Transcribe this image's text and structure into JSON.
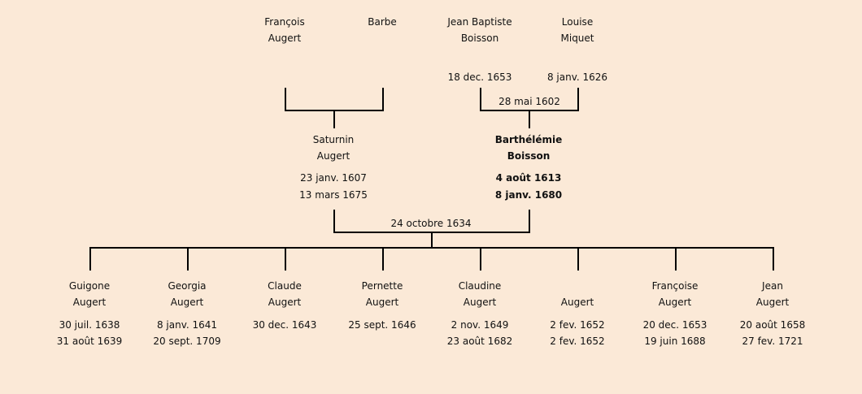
{
  "grandparents": [
    {
      "first": "François",
      "last": "Augert"
    },
    {
      "first": "Barbe",
      "last": ""
    },
    {
      "first": "Jean Baptiste",
      "last": "Boisson",
      "date": "18 dec. 1653"
    },
    {
      "first": "Louise",
      "last": "Miquet",
      "date": "8 janv. 1626"
    }
  ],
  "grandparents_marriage": "28 mai 1602",
  "parents": [
    {
      "first": "Saturnin",
      "last": "Augert",
      "birth": "23 janv. 1607",
      "death": "13 mars 1675"
    },
    {
      "first": "Barthélémie",
      "last": "Boisson",
      "birth": "4 août 1613",
      "death": "8 janv. 1680"
    }
  ],
  "parents_marriage": "24 octobre 1634",
  "children": [
    {
      "first": "Guigone",
      "last": "Augert",
      "birth": "30 juil. 1638",
      "death": "31 août 1639"
    },
    {
      "first": "Georgia",
      "last": "Augert",
      "birth": "8 janv. 1641",
      "death": "20 sept. 1709"
    },
    {
      "first": "Claude",
      "last": "Augert",
      "birth": "30 dec. 1643",
      "death": ""
    },
    {
      "first": "Pernette",
      "last": "Augert",
      "birth": "25 sept. 1646",
      "death": ""
    },
    {
      "first": "Claudine",
      "last": "Augert",
      "birth": "2 nov. 1649",
      "death": "23 août 1682"
    },
    {
      "first": "",
      "last": "Augert",
      "birth": "2 fev. 1652",
      "death": "2 fev. 1652"
    },
    {
      "first": "Françoise",
      "last": "Augert",
      "birth": "20 dec. 1653",
      "death": "19 juin 1688"
    },
    {
      "first": "Jean",
      "last": "Augert",
      "birth": "20 août 1658",
      "death": "27 fev. 1721"
    }
  ]
}
